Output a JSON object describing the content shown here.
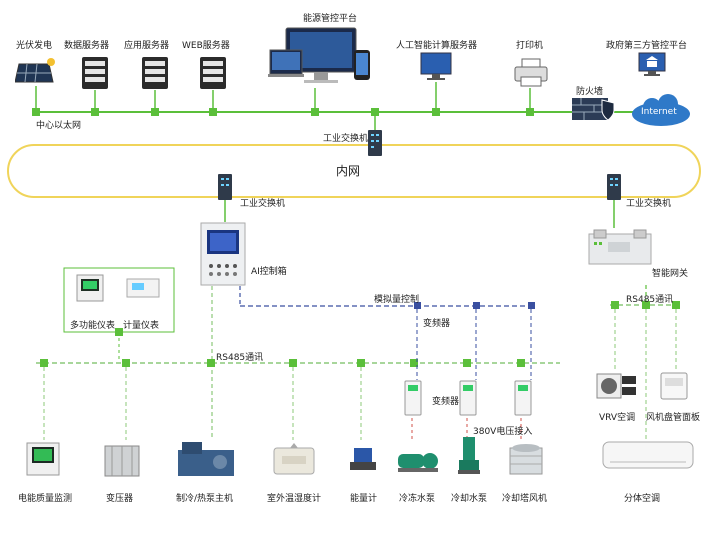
{
  "top": {
    "pv": "光伏发电",
    "data_server": "数据服务器",
    "app_server": "应用服务器",
    "web_server": "WEB服务器",
    "energy_platform": "能源管控平台",
    "ai_server": "人工智能计算服务器",
    "printer": "打印机",
    "gov_platform": "政府第三方管控平台",
    "firewall": "防火墙",
    "internet": "Internet",
    "ethernet": "中心以太网",
    "core_switch": "工业交换机"
  },
  "ring": {
    "label": "内网"
  },
  "left_switch": "工业交换机",
  "right_switch": "工业交换机",
  "ai_box": "AI控制箱",
  "gateway": "智能网关",
  "meters": {
    "multi": "多功能仪表",
    "metering": "计量仪表"
  },
  "links": {
    "analog": "模拟量控制",
    "vfd_top": "变频器",
    "vfd_mid": "变频器",
    "rs485_left": "RS485通讯",
    "rs485_right": "RS485通讯",
    "power_380": "380V电压接入"
  },
  "bottom": {
    "power_quality": "电能质量监测",
    "transformer": "变压器",
    "chiller": "制冷/热泵主机",
    "thermo": "室外温湿度计",
    "energy_meter": "能量计",
    "chill_pump": "冷冻水泵",
    "cool_pump": "冷却水泵",
    "tower_fan": "冷却塔风机",
    "vrv": "VRV空调",
    "fan_coil": "风机盘管面板",
    "split_ac": "分体空调"
  },
  "colors": {
    "trunk": "#5bbf3a",
    "ring": "#f0d45a",
    "blue_dash": "#3a4fa0",
    "switch": "#2f3a4a"
  }
}
